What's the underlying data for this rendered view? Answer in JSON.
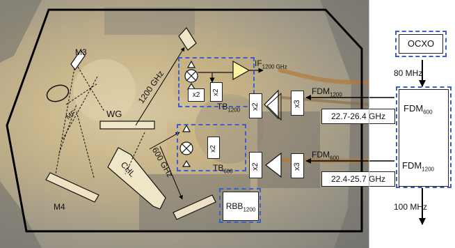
{
  "labels": {
    "M3": "M3",
    "M4": "M4",
    "MF": "MF",
    "WG": "WG",
    "CHL": "CHL",
    "f1200": "1200 GHz",
    "f600": "600 GHz",
    "if_main": "IF",
    "if_sub": "1200 GHz",
    "tb1200_main": "TB",
    "tb1200_sub": "1200",
    "tb600_main": "TB",
    "tb600_sub": "600",
    "fdm1200_in_main": "FDM",
    "fdm1200_in_sub": "1200",
    "fdm600_in_main": "FDM",
    "fdm600_in_sub": "600",
    "x2": "x2",
    "x3": "x3",
    "rbb_main": "RBB",
    "rbb_sub": "1200",
    "band1": "22.7-26.4 GHz",
    "band2": "22.4-25.7 GHz"
  },
  "right_panel": {
    "ocxo": "OCXO",
    "freq_in": "80 MHz",
    "fdm600_main": "FDM",
    "fdm600_sub": "600",
    "fdm1200_main": "FDM",
    "fdm1200_sub": "1200",
    "freq_out": "100 MHz"
  },
  "colors": {
    "dash_blue": "#3a5fcd",
    "outline": "#000000",
    "amp_fill": "#fff3a0"
  }
}
